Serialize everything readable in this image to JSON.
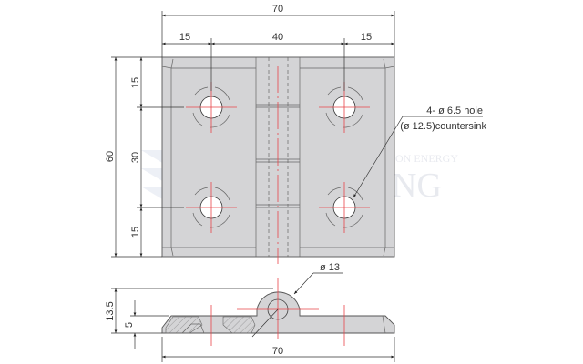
{
  "drawing": {
    "top_view": {
      "overall_width": "70",
      "hole_offset_left": "15",
      "hole_spacing": "40",
      "hole_offset_right": "15",
      "overall_height": "60",
      "hole_offset_top": "15",
      "hole_spacing_vertical": "30",
      "hole_offset_bottom": "15",
      "hole_callout_line1": "4- ø 6.5 hole",
      "hole_callout_line2": "(ø 12.5)countersink"
    },
    "side_view": {
      "knuckle_diameter": "ø 13",
      "total_height": "13.5",
      "plate_thickness": "5",
      "overall_width": "70"
    }
  },
  "colors": {
    "part_fill": "#d4d4d6",
    "centerline": "#e8454a",
    "watermark": "#e3e6ef"
  }
}
